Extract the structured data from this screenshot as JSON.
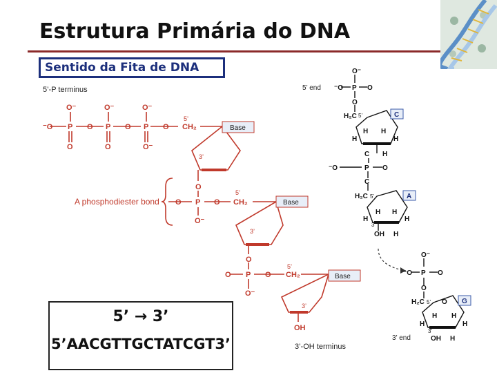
{
  "title": "Estrutura Primária do DNA",
  "subtitle": "Sentido da Fita de DNA",
  "sequence": {
    "direction": "5’ → 3’",
    "text": "5’AACGTTGCTATCGT3’"
  },
  "labels": {
    "five_p_terminus": "5’-P terminus",
    "three_oh_terminus": "3’-OH terminus",
    "phosphodiester_bond": "A phosphodiester bond",
    "base": "Base",
    "five_end": "5’ end",
    "three_end": "3’ end",
    "five_prime": "5’",
    "three_prime": "3’"
  },
  "atoms": {
    "O": "O",
    "O_minus": "O⁻",
    "minus_O": "⁻O",
    "P": "P",
    "CH2": "CH₂",
    "H2C": "H₂C",
    "H": "H",
    "C": "C",
    "OH": "OH"
  },
  "bases": [
    "C",
    "A",
    "G"
  ],
  "colors": {
    "accent": "#c0392b",
    "title_rule": "#8b2a2a",
    "subtitle_border": "#1c2f7c",
    "base_box": "#e8eef8"
  }
}
